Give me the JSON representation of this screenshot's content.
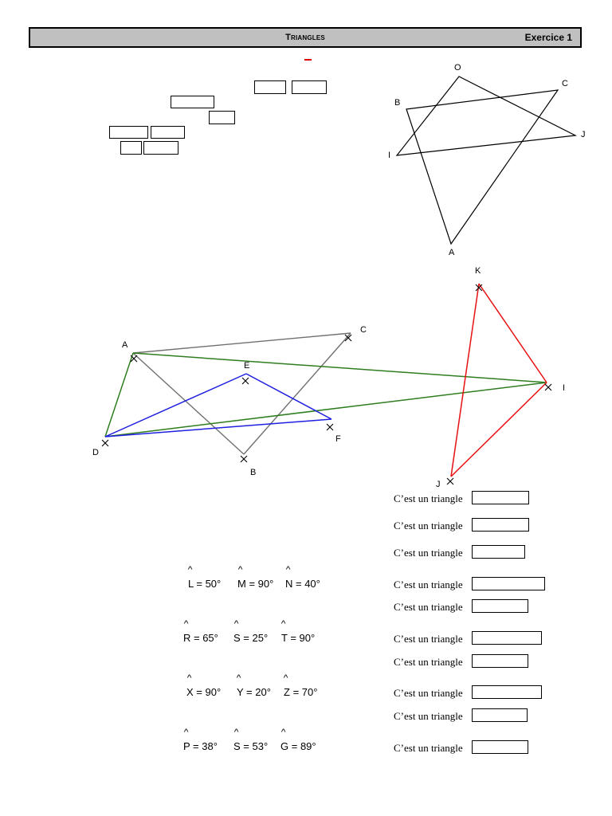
{
  "header": {
    "title": "Triangles",
    "exercise": "Exercice 1"
  },
  "figure1": {
    "labels": {
      "O": "O",
      "C": "C",
      "B": "B",
      "J": "J",
      "I": "I",
      "A": "A"
    }
  },
  "figure2": {
    "labels": {
      "A": "A",
      "C": "C",
      "E": "E",
      "D": "D",
      "F": "F",
      "B": "B",
      "K": "K",
      "I": "I",
      "J": "J"
    },
    "colors": {
      "gray": "#707070",
      "green": "#2e7d1e",
      "blue": "#1f1fe0",
      "red": "#e81010"
    }
  },
  "answer_label": "C’est un triangle",
  "answers": [
    {
      "label": "C’est un triangle",
      "value": ""
    },
    {
      "label": "C’est un triangle",
      "value": ""
    },
    {
      "label": "C’est un triangle",
      "value": ""
    },
    {
      "label": "C’est un triangle",
      "value": ""
    },
    {
      "label": "C’est un triangle",
      "value": ""
    },
    {
      "label": "C’est un triangle",
      "value": ""
    },
    {
      "label": "C’est un triangle",
      "value": ""
    },
    {
      "label": "C’est un triangle",
      "value": ""
    },
    {
      "label": "C’est un triangle",
      "value": ""
    },
    {
      "label": "C’est un triangle",
      "value": ""
    }
  ],
  "angle_groups": [
    [
      {
        "letter": "L",
        "text": " = 50°"
      },
      {
        "letter": "M",
        "text": " = 90°"
      },
      {
        "letter": "N",
        "text": " = 40°"
      }
    ],
    [
      {
        "letter": "R",
        "text": " = 65°"
      },
      {
        "letter": "S",
        "text": " = 25°"
      },
      {
        "letter": "T",
        "text": " = 90°"
      }
    ],
    [
      {
        "letter": "X",
        "text": " = 90°"
      },
      {
        "letter": "Y",
        "text": " = 20°"
      },
      {
        "letter": "Z",
        "text": " = 70°"
      }
    ],
    [
      {
        "letter": "P",
        "text": " = 38°"
      },
      {
        "letter": "S",
        "text": " = 53°"
      },
      {
        "letter": "G",
        "text": " = 89°"
      }
    ]
  ],
  "hat_symbol": "^"
}
